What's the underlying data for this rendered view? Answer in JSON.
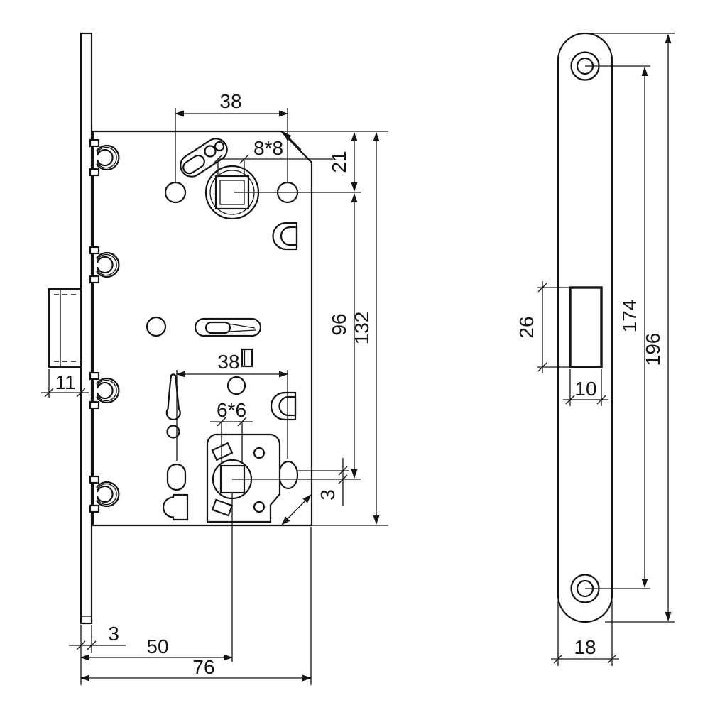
{
  "drawing": {
    "type": "technical dimension drawing of magnetic mortise door lock",
    "line_color": "#141414",
    "background": "#ffffff",
    "side_view": {
      "label": "lock body side view",
      "dims": {
        "top_hole_spacing": "38",
        "spindle_square": "8*8",
        "top_edge_to_spindle": "21",
        "spindle_to_lower_spindle": "96",
        "body_height": "132",
        "lower_hole_spacing": "38",
        "lower_spindle_square": "6*6",
        "latch_projection": "11",
        "lower_center_offset": "3",
        "faceplate_offset": "3",
        "backset": "50",
        "total_depth": "76"
      }
    },
    "front_view": {
      "label": "faceplate front view",
      "dims": {
        "latch_cutout_height": "26",
        "latch_cutout_width": "10",
        "screw_hole_spacing": "174",
        "faceplate_length": "196",
        "faceplate_width": "18"
      }
    }
  }
}
